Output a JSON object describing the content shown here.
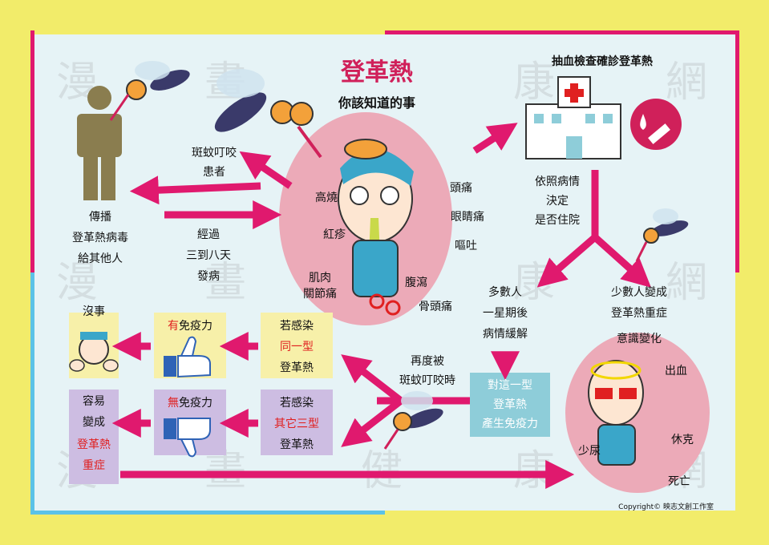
{
  "title": "登革熱",
  "subtitle": "你該知道的事",
  "watermark": [
    "漫",
    "畫",
    "康",
    "網",
    "漫",
    "畫",
    "康",
    "網",
    "漫",
    "畫",
    "健",
    "康",
    "網"
  ],
  "bite": {
    "line1": "斑蚊叮咬",
    "line2": "患者"
  },
  "spread": {
    "line1": "傳播",
    "line2": "登革熱病毒",
    "line3": "給其他人"
  },
  "incubation": {
    "line1": "經過",
    "line2": "三到八天",
    "line3": "發病"
  },
  "symptoms": [
    "高燒",
    "紅疹",
    "肌肉",
    "關節痛",
    "頭痛",
    "眼睛痛",
    "嘔吐",
    "腹瀉",
    "骨頭痛"
  ],
  "blood_test": "抽血檢查確診登革熱",
  "decide": {
    "line1": "依照病情",
    "line2": "決定",
    "line3": "是否住院"
  },
  "majority": {
    "line1": "多數人",
    "line2": "一星期後",
    "line3": "病情緩解"
  },
  "minority": {
    "line1": "少數人變成",
    "line2": "登革熱重症",
    "line3": "意識變化"
  },
  "severe_symptoms": [
    "出血",
    "休克",
    "少尿",
    "死亡"
  ],
  "immunity_box": {
    "line1": "對這一型",
    "line2": "登革熱",
    "line3": "產生免疫力"
  },
  "rebite": {
    "line1": "再度被",
    "line2": "斑蚊叮咬時"
  },
  "same_type": {
    "line1": "若感染",
    "line2": "同一型",
    "line3": "登革熱"
  },
  "other_type": {
    "line1": "若感染",
    "line2": "其它三型",
    "line3": "登革熱"
  },
  "has_immunity": {
    "prefix": "有",
    "rest": "免疫力"
  },
  "no_immunity": {
    "prefix": "無",
    "rest": "免疫力"
  },
  "fine": "沒事",
  "prone": {
    "line1": "容易",
    "line2": "變成",
    "line3": "登革熱",
    "line4": "重症"
  },
  "copyright": "Copyright© 映志文創工作室",
  "colors": {
    "background": "#f2ec6a",
    "panel": "#e6f3f6",
    "arrow": "#e0196e",
    "border_red": "#e0196e",
    "border_yellow": "#f2ec6a",
    "border_blue": "#5bc2e7",
    "title": "#d0205a",
    "circle": "#ecaab8",
    "box_yellow": "#f7f0a9",
    "box_purple": "#cdbde2",
    "box_blue": "#8ecdd9"
  },
  "icons": [
    "mosquito-icon",
    "person-icon",
    "hospital-icon",
    "blood-syringe-icon",
    "thumbs-up-icon",
    "thumbs-down-icon",
    "sick-person-icon",
    "severe-patient-icon",
    "happy-person-icon"
  ]
}
